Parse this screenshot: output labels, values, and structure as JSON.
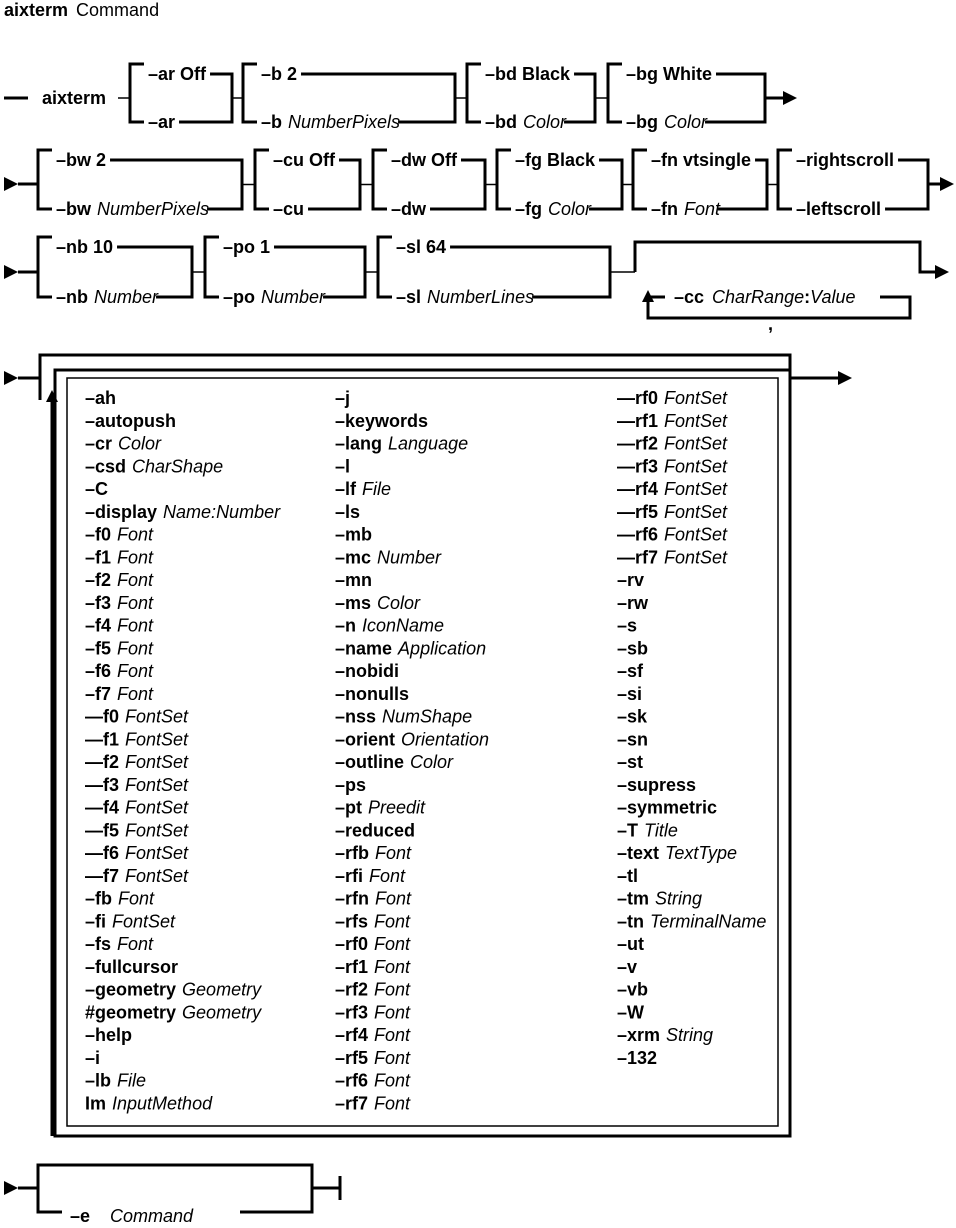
{
  "title": {
    "command": "aixterm",
    "label": "Command"
  },
  "command_name": "aixterm",
  "rows": [
    {
      "groups": [
        {
          "top": [
            "–ar Off",
            ""
          ],
          "bottom": [
            "–ar",
            ""
          ]
        },
        {
          "top": [
            "–b 2",
            ""
          ],
          "bottom": [
            "–b",
            "NumberPixels"
          ]
        },
        {
          "top": [
            "–bd Black",
            ""
          ],
          "bottom": [
            "–bd",
            "Color"
          ]
        },
        {
          "top": [
            "–bg White",
            ""
          ],
          "bottom": [
            "–bg",
            "Color"
          ]
        }
      ]
    },
    {
      "groups": [
        {
          "top": [
            "–bw 2",
            ""
          ],
          "bottom": [
            "–bw",
            "NumberPixels"
          ]
        },
        {
          "top": [
            "–cu Off",
            ""
          ],
          "bottom": [
            "–cu",
            ""
          ]
        },
        {
          "top": [
            "–dw Off",
            ""
          ],
          "bottom": [
            "–dw",
            ""
          ]
        },
        {
          "top": [
            "–fg Black",
            ""
          ],
          "bottom": [
            "–fg",
            "Color"
          ]
        },
        {
          "top": [
            "–fn vtsingle",
            ""
          ],
          "bottom": [
            "–fn",
            "Font"
          ]
        },
        {
          "top": [
            "–rightscroll",
            ""
          ],
          "bottom": [
            "–leftscroll",
            ""
          ]
        }
      ]
    },
    {
      "groups": [
        {
          "top": [
            "–nb 10",
            ""
          ],
          "bottom": [
            "–nb",
            "Number"
          ]
        },
        {
          "top": [
            "–po 1",
            ""
          ],
          "bottom": [
            "–po",
            "Number"
          ]
        },
        {
          "top": [
            "–sl 64",
            ""
          ],
          "bottom": [
            "–sl",
            "NumberLines"
          ]
        }
      ]
    }
  ],
  "repeat_group": {
    "option": "–cc",
    "arg1": "CharRange",
    "sep": ":",
    "arg2": "Value",
    "separator": ","
  },
  "options_box": {
    "columns": [
      [
        [
          "–ah",
          ""
        ],
        [
          "–autopush",
          ""
        ],
        [
          "–cr",
          "Color"
        ],
        [
          "–csd",
          "CharShape"
        ],
        [
          "–C",
          ""
        ],
        [
          "–display",
          "Name:Number"
        ],
        [
          "–f0",
          "Font"
        ],
        [
          "–f1",
          "Font"
        ],
        [
          "–f2",
          "Font"
        ],
        [
          "–f3",
          "Font"
        ],
        [
          "–f4",
          "Font"
        ],
        [
          "–f5",
          "Font"
        ],
        [
          "–f6",
          "Font"
        ],
        [
          "–f7",
          "Font"
        ],
        [
          "—f0",
          "FontSet"
        ],
        [
          "—f1",
          "FontSet"
        ],
        [
          "—f2",
          "FontSet"
        ],
        [
          "—f3",
          "FontSet"
        ],
        [
          "—f4",
          "FontSet"
        ],
        [
          "—f5",
          "FontSet"
        ],
        [
          "—f6",
          "FontSet"
        ],
        [
          "—f7",
          "FontSet"
        ],
        [
          "–fb",
          "Font"
        ],
        [
          "–fi",
          "FontSet"
        ],
        [
          "–fs",
          "Font"
        ],
        [
          "–fullcursor",
          ""
        ],
        [
          "–geometry",
          "Geometry"
        ],
        [
          "#geometry",
          "Geometry"
        ],
        [
          "–help",
          ""
        ],
        [
          "–i",
          ""
        ],
        [
          "–lb",
          "File"
        ],
        [
          "Im",
          "InputMethod"
        ]
      ],
      [
        [
          "–j",
          ""
        ],
        [
          "–keywords",
          ""
        ],
        [
          "–lang",
          "Language"
        ],
        [
          "–l",
          ""
        ],
        [
          "–lf",
          "File"
        ],
        [
          "–ls",
          ""
        ],
        [
          "–mb",
          ""
        ],
        [
          "–mc",
          "Number"
        ],
        [
          "–mn",
          ""
        ],
        [
          "–ms",
          "Color"
        ],
        [
          "–n",
          "IconName"
        ],
        [
          "–name",
          "Application"
        ],
        [
          "–nobidi",
          ""
        ],
        [
          "–nonulls",
          ""
        ],
        [
          "–nss",
          "NumShape"
        ],
        [
          "–orient",
          "Orientation"
        ],
        [
          "–outline",
          "Color"
        ],
        [
          "–ps",
          ""
        ],
        [
          "–pt",
          "Preedit"
        ],
        [
          "–reduced",
          ""
        ],
        [
          "–rfb",
          "Font"
        ],
        [
          "–rfi",
          "Font"
        ],
        [
          "–rfn",
          "Font"
        ],
        [
          "–rfs",
          "Font"
        ],
        [
          "–rf0",
          "Font"
        ],
        [
          "–rf1",
          "Font"
        ],
        [
          "–rf2",
          "Font"
        ],
        [
          "–rf3",
          "Font"
        ],
        [
          "–rf4",
          "Font"
        ],
        [
          "–rf5",
          "Font"
        ],
        [
          "–rf6",
          "Font"
        ],
        [
          "–rf7",
          "Font"
        ]
      ],
      [
        [
          "—rf0",
          "FontSet"
        ],
        [
          "—rf1",
          "FontSet"
        ],
        [
          "—rf2",
          "FontSet"
        ],
        [
          "—rf3",
          "FontSet"
        ],
        [
          "—rf4",
          "FontSet"
        ],
        [
          "—rf5",
          "FontSet"
        ],
        [
          "—rf6",
          "FontSet"
        ],
        [
          "—rf7",
          "FontSet"
        ],
        [
          "–rv",
          ""
        ],
        [
          "–rw",
          ""
        ],
        [
          "–s",
          ""
        ],
        [
          "–sb",
          ""
        ],
        [
          "–sf",
          ""
        ],
        [
          "–si",
          ""
        ],
        [
          "–sk",
          ""
        ],
        [
          "–sn",
          ""
        ],
        [
          "–st",
          ""
        ],
        [
          "–supress",
          ""
        ],
        [
          "–symmetric",
          ""
        ],
        [
          "–T",
          "Title"
        ],
        [
          "–text",
          "TextType"
        ],
        [
          "–tl",
          ""
        ],
        [
          "–tm",
          "String"
        ],
        [
          "–tn",
          "TerminalName"
        ],
        [
          "–ut",
          ""
        ],
        [
          "–v",
          ""
        ],
        [
          "–vb",
          ""
        ],
        [
          "–W",
          ""
        ],
        [
          "–xrm",
          "String"
        ],
        [
          "–132",
          ""
        ]
      ]
    ]
  },
  "final_group": {
    "option": "–e",
    "arg": "Command"
  }
}
